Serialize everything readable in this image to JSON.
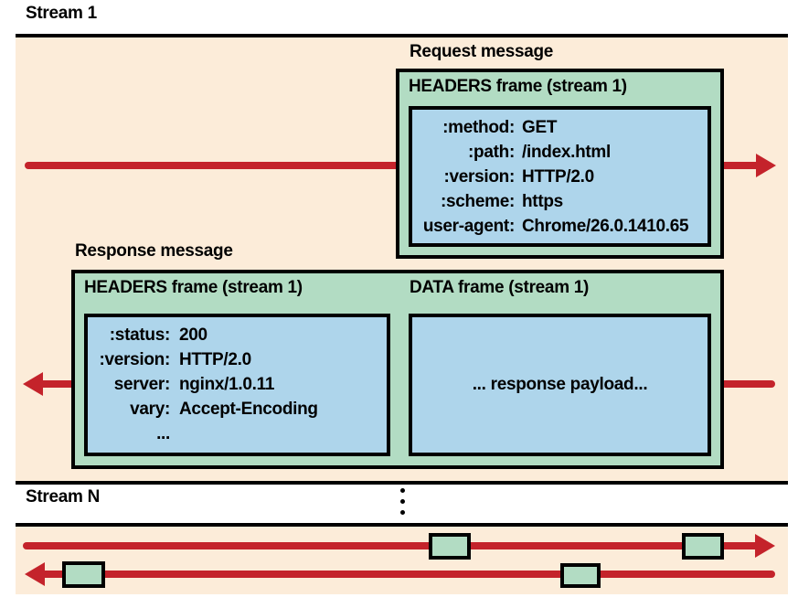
{
  "colors": {
    "band_bg": "#fcecd9",
    "frame_green": "#b2dcc3",
    "frame_blue": "#aed5eb",
    "arrow_red": "#c4232b",
    "line_black": "#000000"
  },
  "labels": {
    "stream1": "Stream 1",
    "streamN": "Stream N",
    "request_message": "Request message",
    "response_message": "Response message"
  },
  "request": {
    "frame_title": "HEADERS frame (stream 1)",
    "headers": [
      {
        "key": ":method:",
        "value": "GET"
      },
      {
        "key": ":path:",
        "value": "/index.html"
      },
      {
        "key": ":version:",
        "value": "HTTP/2.0"
      },
      {
        "key": ":scheme:",
        "value": "https"
      },
      {
        "key": "user-agent:",
        "value": "Chrome/26.0.1410.65"
      }
    ]
  },
  "response": {
    "headers_frame_title": "HEADERS frame (stream 1)",
    "data_frame_title": "DATA frame (stream 1)",
    "headers": [
      {
        "key": ":status:",
        "value": "200"
      },
      {
        "key": ":version:",
        "value": "HTTP/2.0"
      },
      {
        "key": "server:",
        "value": "nginx/1.0.11"
      },
      {
        "key": "vary:",
        "value": "Accept-Encoding"
      },
      {
        "key": "...",
        "value": ""
      }
    ],
    "payload": "... response payload..."
  },
  "icons": {
    "stream_continuation": "vertical-ellipsis-icon"
  }
}
